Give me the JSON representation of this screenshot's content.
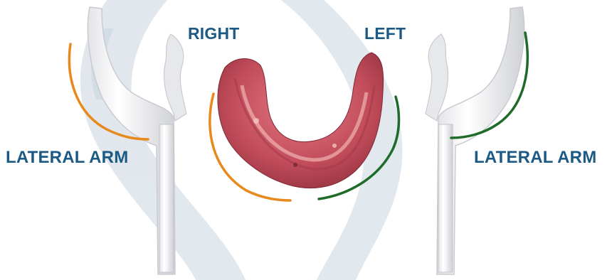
{
  "labels": {
    "right": "RIGHT",
    "left": "LEFT",
    "lateral_arm_left": "LATERAL ARM",
    "lateral_arm_right": "LATERAL ARM"
  },
  "colors": {
    "label_text": "#1c5a86",
    "right_side_arc": "#e8891c",
    "left_side_arc": "#1f6b2a",
    "background_swoosh": "#d7e0e8",
    "tray": "#f3f3f5",
    "tissue": "#c9505c"
  },
  "icons": {
    "left_tray": "impression-tray-handle",
    "right_tray": "impression-tray-handle",
    "center": "denture-impression-tissue"
  }
}
